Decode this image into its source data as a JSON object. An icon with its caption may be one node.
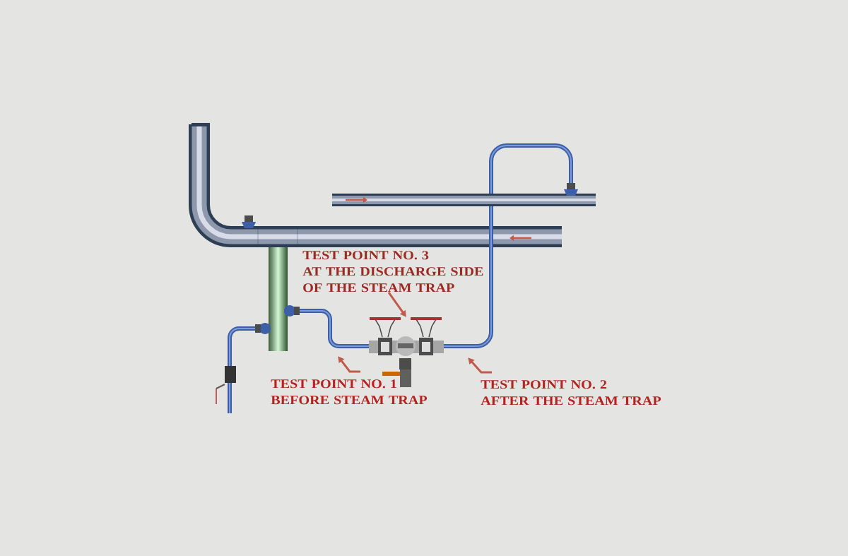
{
  "diagram": {
    "nodes": [
      {
        "text": [
          "TEST POINT NO. 3",
          "AT THE DISCHARGE SIDE OF THE STEAM TRAP"
        ]
      },
      {
        "text": [
          "TEST POINT NO. 1",
          "BEFORE STEAM TRAP"
        ]
      },
      {
        "text": [
          "TEST POINT NO. 2",
          "AFTER THE STEAM TRAP"
        ]
      },
      {
        "text": [],
        "shape": "picture"
      }
    ],
    "edges": [
      {
        "from": 0,
        "to": 3,
        "arrow": "to"
      },
      {
        "from": 1,
        "to": null,
        "arrow": "to"
      },
      {
        "from": 2,
        "to": null,
        "arrow": "to"
      }
    ]
  }
}
